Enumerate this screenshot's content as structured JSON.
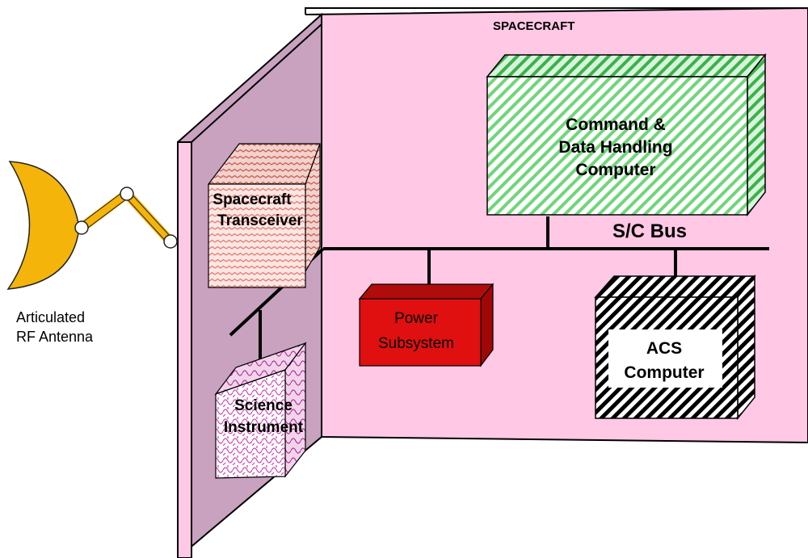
{
  "spacecraft_label": "SPACECRAFT",
  "antenna": {
    "line1": "Articulated",
    "line2": "RF Antenna"
  },
  "transceiver": {
    "line1": "Spacecraft",
    "line2": "Transceiver"
  },
  "science": {
    "line1": "Science",
    "line2": "Instrument"
  },
  "cdh": {
    "line1": "Command &",
    "line2": "Data Handling",
    "line3": "Computer"
  },
  "bus_label": "S/C Bus",
  "power": {
    "line1": "Power",
    "line2": "Subsystem"
  },
  "acs": {
    "line1": "ACS",
    "line2": "Computer"
  },
  "colors": {
    "panel_pink": "#ffc8e4",
    "side_panel": "#c8a2bf",
    "antenna_gold": "#f4b40a",
    "cdh_green": "#6fd67a",
    "transceiver_red": "#e88888",
    "science_magenta": "#d040b0",
    "power_red": "#e01010",
    "acs_black": "#000000"
  }
}
